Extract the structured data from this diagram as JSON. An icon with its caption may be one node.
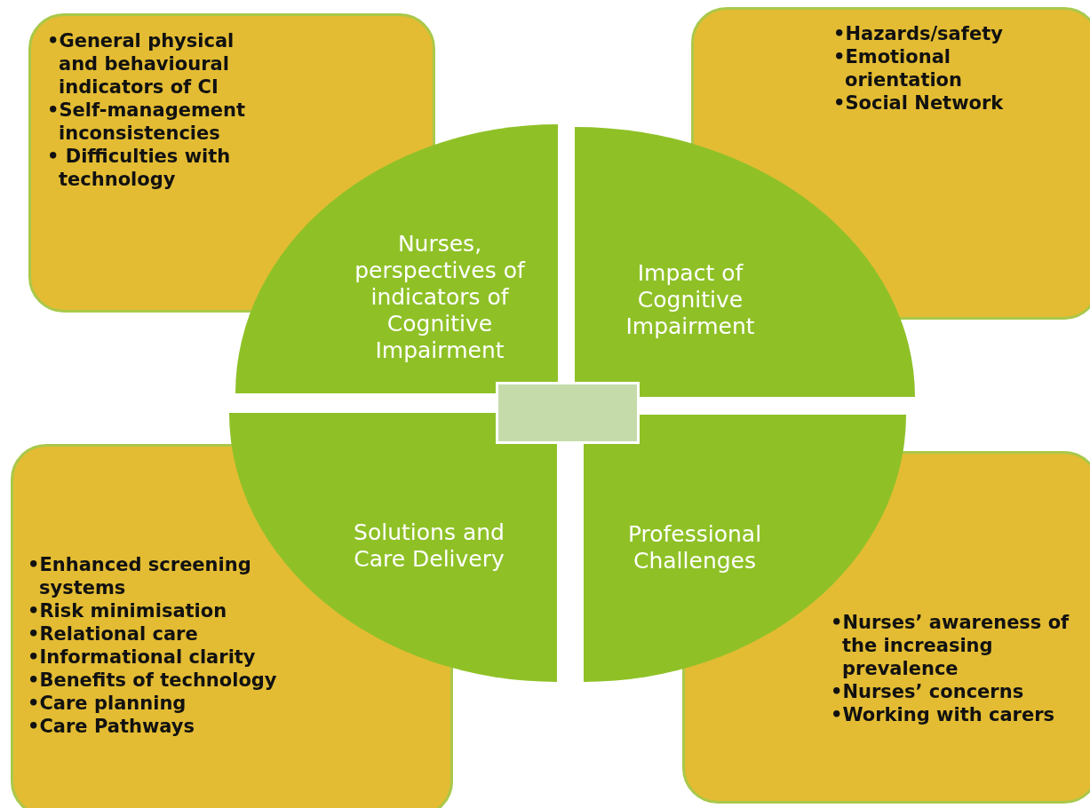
{
  "diagram": {
    "nodes": [
      {
        "text": [
          "•General physical and behavioural indicators of CI",
          "•Self-management inconsistencies",
          "• Difficulties with technology"
        ]
      },
      {
        "text": [
          "•Hazards/safety",
          "•Emotional orientation",
          "•Social Network"
        ]
      },
      {
        "text": [
          "Nurses, perspectives of indicators of Cognitive Impairment"
        ]
      },
      {
        "text": [
          "Impact of Cognitive Impairment"
        ]
      },
      {
        "text": [],
        "shape": "box"
      },
      {
        "text": [
          "Solutions and Care Delivery"
        ]
      },
      {
        "text": [
          "Professional Challenges"
        ]
      },
      {
        "text": [
          "•Enhanced screening systems",
          "•Risk minimisation",
          "•Relational care",
          "•Informational clarity",
          "•Benefits of technology",
          "•Care planning",
          "•Care Pathways"
        ]
      },
      {
        "text": [
          "•Nurses’ awareness of the increasing prevalence",
          "•Nurses’ concerns",
          "•Working with carers"
        ]
      }
    ],
    "edges": []
  }
}
